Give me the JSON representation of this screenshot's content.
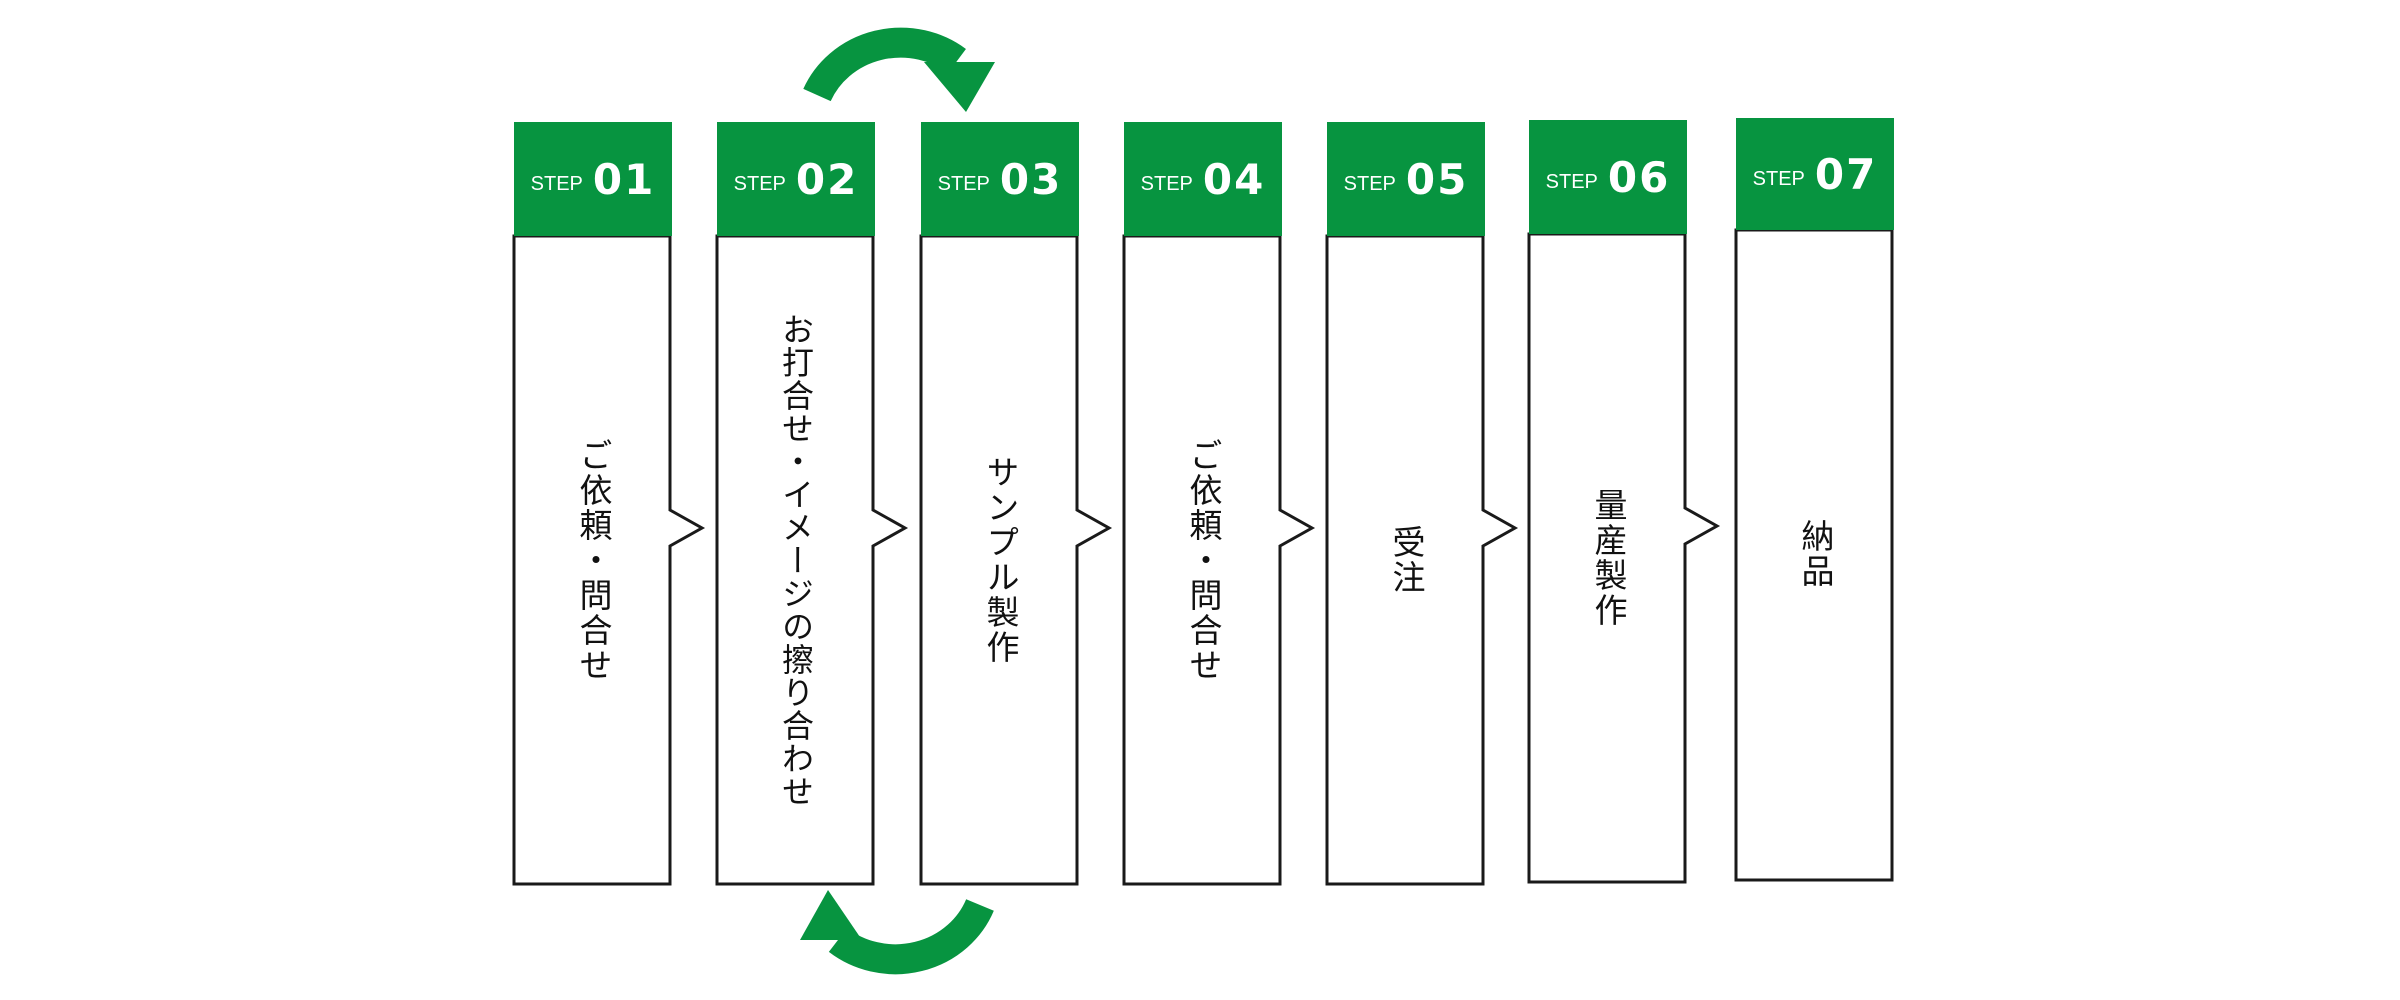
{
  "diagram": {
    "step_prefix": "STEP",
    "steps": [
      {
        "number": "01",
        "label": "ご依頼・問合せ"
      },
      {
        "number": "02",
        "label": "お打合せ・イメージの擦り合わせ"
      },
      {
        "number": "03",
        "label": "サンプル製作"
      },
      {
        "number": "04",
        "label": "ご依頼・問合せ"
      },
      {
        "number": "05",
        "label": "受注"
      },
      {
        "number": "06",
        "label": "量産製作"
      },
      {
        "number": "07",
        "label": "納品"
      }
    ],
    "colors": {
      "accent": "#079440",
      "outline": "#1a1a1a",
      "background": "#ffffff"
    },
    "icons": [
      "loop-arrow-forward-icon",
      "loop-arrow-back-icon",
      "chevron-right-icon"
    ]
  }
}
